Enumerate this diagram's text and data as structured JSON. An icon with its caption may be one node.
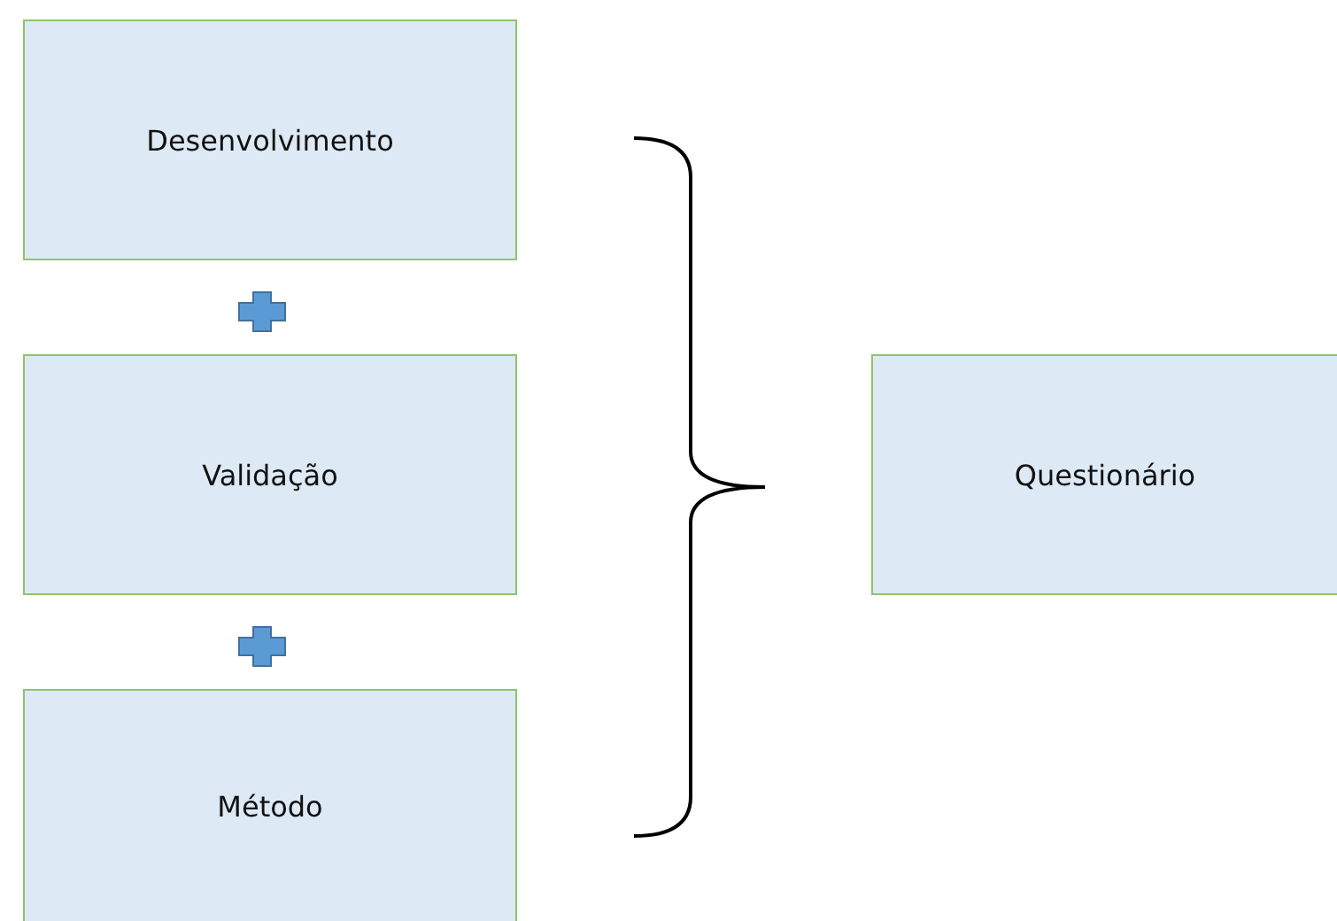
{
  "diagram": {
    "nodes": [
      {
        "text": [
          "Desenvolvimento"
        ]
      },
      {
        "text": [
          "Validação"
        ]
      },
      {
        "text": [
          "Método"
        ]
      },
      {
        "text": [
          "Questionário"
        ]
      }
    ]
  }
}
